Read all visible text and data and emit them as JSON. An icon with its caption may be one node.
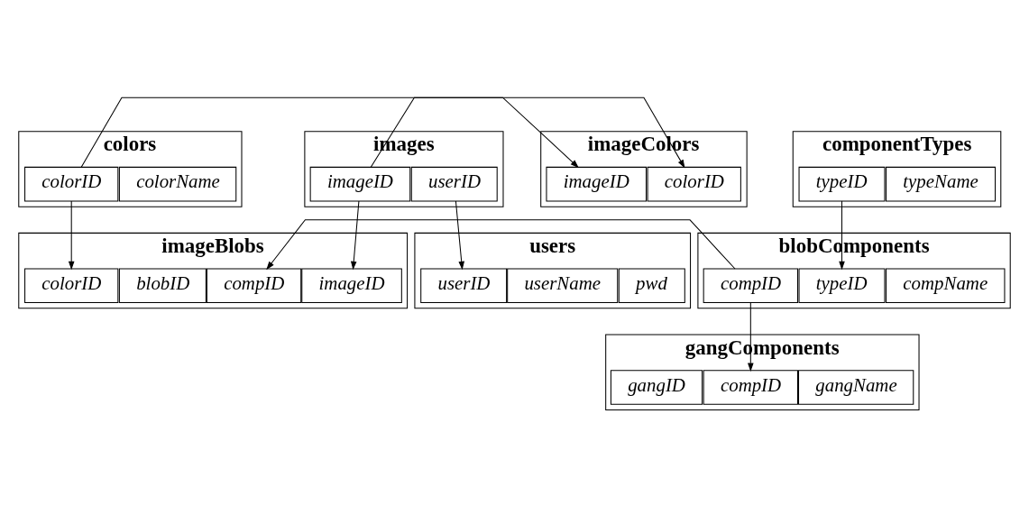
{
  "diagram": {
    "nodes": [
      {
        "text": [
          "images"
        ]
      },
      {
        "text": [
          "userID"
        ],
        "in": 0
      },
      {
        "text": [
          "imageID"
        ],
        "in": 0
      },
      {
        "text": [
          "imageColors"
        ]
      },
      {
        "text": [
          "imageID"
        ],
        "in": 3
      },
      {
        "text": [
          "colorID"
        ],
        "in": 3
      },
      {
        "text": [
          "colors"
        ]
      },
      {
        "text": [
          "colorID"
        ],
        "in": 6
      },
      {
        "text": [
          "colorName"
        ],
        "in": 6
      },
      {
        "text": [
          "users"
        ]
      },
      {
        "text": [
          "userID"
        ],
        "in": 9
      },
      {
        "text": [
          "userName"
        ],
        "in": 9
      },
      {
        "text": [
          "pwd"
        ],
        "in": 9
      },
      {
        "text": [
          "componentTypes"
        ]
      },
      {
        "text": [
          "typeID"
        ],
        "in": 13
      },
      {
        "text": [
          "typeName"
        ],
        "in": 13
      },
      {
        "text": [
          "imageBlobs"
        ]
      },
      {
        "text": [
          "imageID"
        ],
        "in": 16
      },
      {
        "text": [
          "blobID"
        ],
        "in": 16
      },
      {
        "text": [
          "compID"
        ],
        "in": 16
      },
      {
        "text": [
          "colorID"
        ],
        "in": 16
      },
      {
        "text": [
          "blobComponents"
        ]
      },
      {
        "text": [
          "compID"
        ],
        "in": 21
      },
      {
        "text": [
          "typeID"
        ],
        "in": 21
      },
      {
        "text": [
          "compName"
        ],
        "in": 21
      },
      {
        "text": [
          "gangComponents"
        ]
      },
      {
        "text": [
          "gangID"
        ],
        "in": 25
      },
      {
        "text": [
          "compID"
        ],
        "in": 25
      },
      {
        "text": [
          "gangName"
        ],
        "in": 25
      }
    ],
    "edges": [
      {
        "from": 2,
        "to": 4,
        "arrow": "to"
      },
      {
        "from": 7,
        "to": 5,
        "arrow": "to"
      },
      {
        "from": 1,
        "to": 10,
        "arrow": "to"
      },
      {
        "from": 2,
        "to": 17,
        "arrow": "to"
      },
      {
        "from": 7,
        "to": 20,
        "arrow": "to"
      },
      {
        "from": 14,
        "to": 23,
        "arrow": "to"
      },
      {
        "from": 22,
        "to": 19,
        "arrow": "to"
      },
      {
        "from": 22,
        "to": 27,
        "arrow": "to"
      }
    ]
  }
}
